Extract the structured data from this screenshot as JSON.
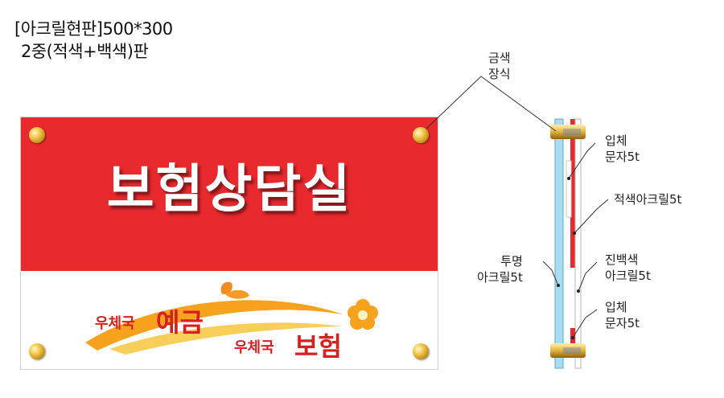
{
  "title": {
    "line1": "[아크릴현판]500*300",
    "line2": "2중(적색+백색)판"
  },
  "sign": {
    "main_text": "보험상담실",
    "logo": {
      "brand1_small": "우체국",
      "brand1_big": "예금",
      "brand2_small": "우체국",
      "brand2_big": "보험"
    }
  },
  "labels": {
    "gold_screw": {
      "line1": "금색",
      "line2": "장식"
    },
    "raised_letter_top": {
      "line1": "입체",
      "line2": "문자5t"
    },
    "red_acrylic": "적색아크릴5t",
    "clear_acrylic": {
      "line1": "투명",
      "line2": "아크릴5t"
    },
    "white_acrylic": {
      "line1": "진백색",
      "line2": "아크릴5t"
    },
    "raised_letter_bottom": {
      "line1": "입체",
      "line2": "문자5t"
    }
  },
  "colors": {
    "red": "#e8292e",
    "clear": "#a9dcef",
    "gold": "#e3b23c",
    "logo_orange": "#f28c1e",
    "logo_brand": "#d6201f"
  }
}
